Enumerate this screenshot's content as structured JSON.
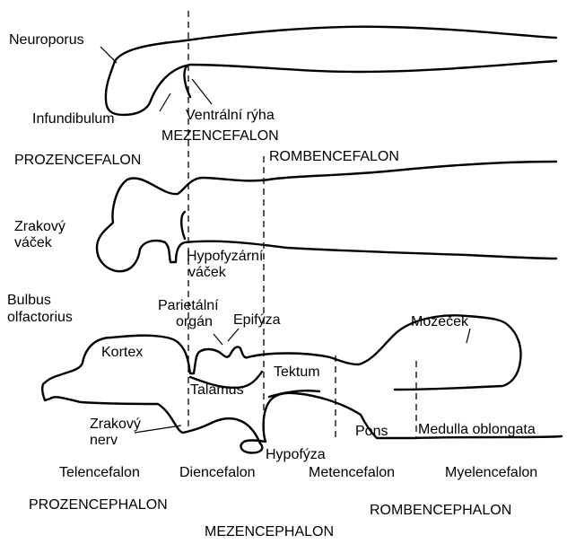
{
  "stage1": {
    "neuroporus": "Neuroporus",
    "infundibulum": "Infundibulum",
    "ventralni_ryha": "Ventrální rýha",
    "mezencefalon": "MEZENCEFALON"
  },
  "stage2": {
    "prozencefalon": "PROZENCEFALON",
    "rombencefalon": "ROMBENCEFALON",
    "zrakovy_vacek_1": "Zrakový",
    "zrakovy_vacek_2": "váček",
    "hypofyzarni_1": "Hypofyzární",
    "hypofyzarni_2": "váček"
  },
  "stage3": {
    "bulbus_1": "Bulbus",
    "bulbus_2": "olfactorius",
    "parietalni_1": "Parietální",
    "parietalni_2": "orgán",
    "epifyza": "Epifýza",
    "mozecek": "Mozeček",
    "kortex": "Kortex",
    "tektum": "Tektum",
    "talamus": "Talamus",
    "zrakovy_nerv_1": "Zrakový",
    "zrakovy_nerv_2": "nerv",
    "pons": "Pons",
    "medulla": "Medulla oblongata",
    "hypofyza": "Hypofýza"
  },
  "regions": {
    "telencefalon": "Telencefalon",
    "diencefalon": "Diencefalon",
    "metencefalon": "Metencefalon",
    "myelencefalon": "Myelencefalon",
    "prozencephalon": "PROZENCEPHALON",
    "rombencephalon": "ROMBENCEPHALON",
    "mezencephalon": "MEZENCEPHALON"
  }
}
